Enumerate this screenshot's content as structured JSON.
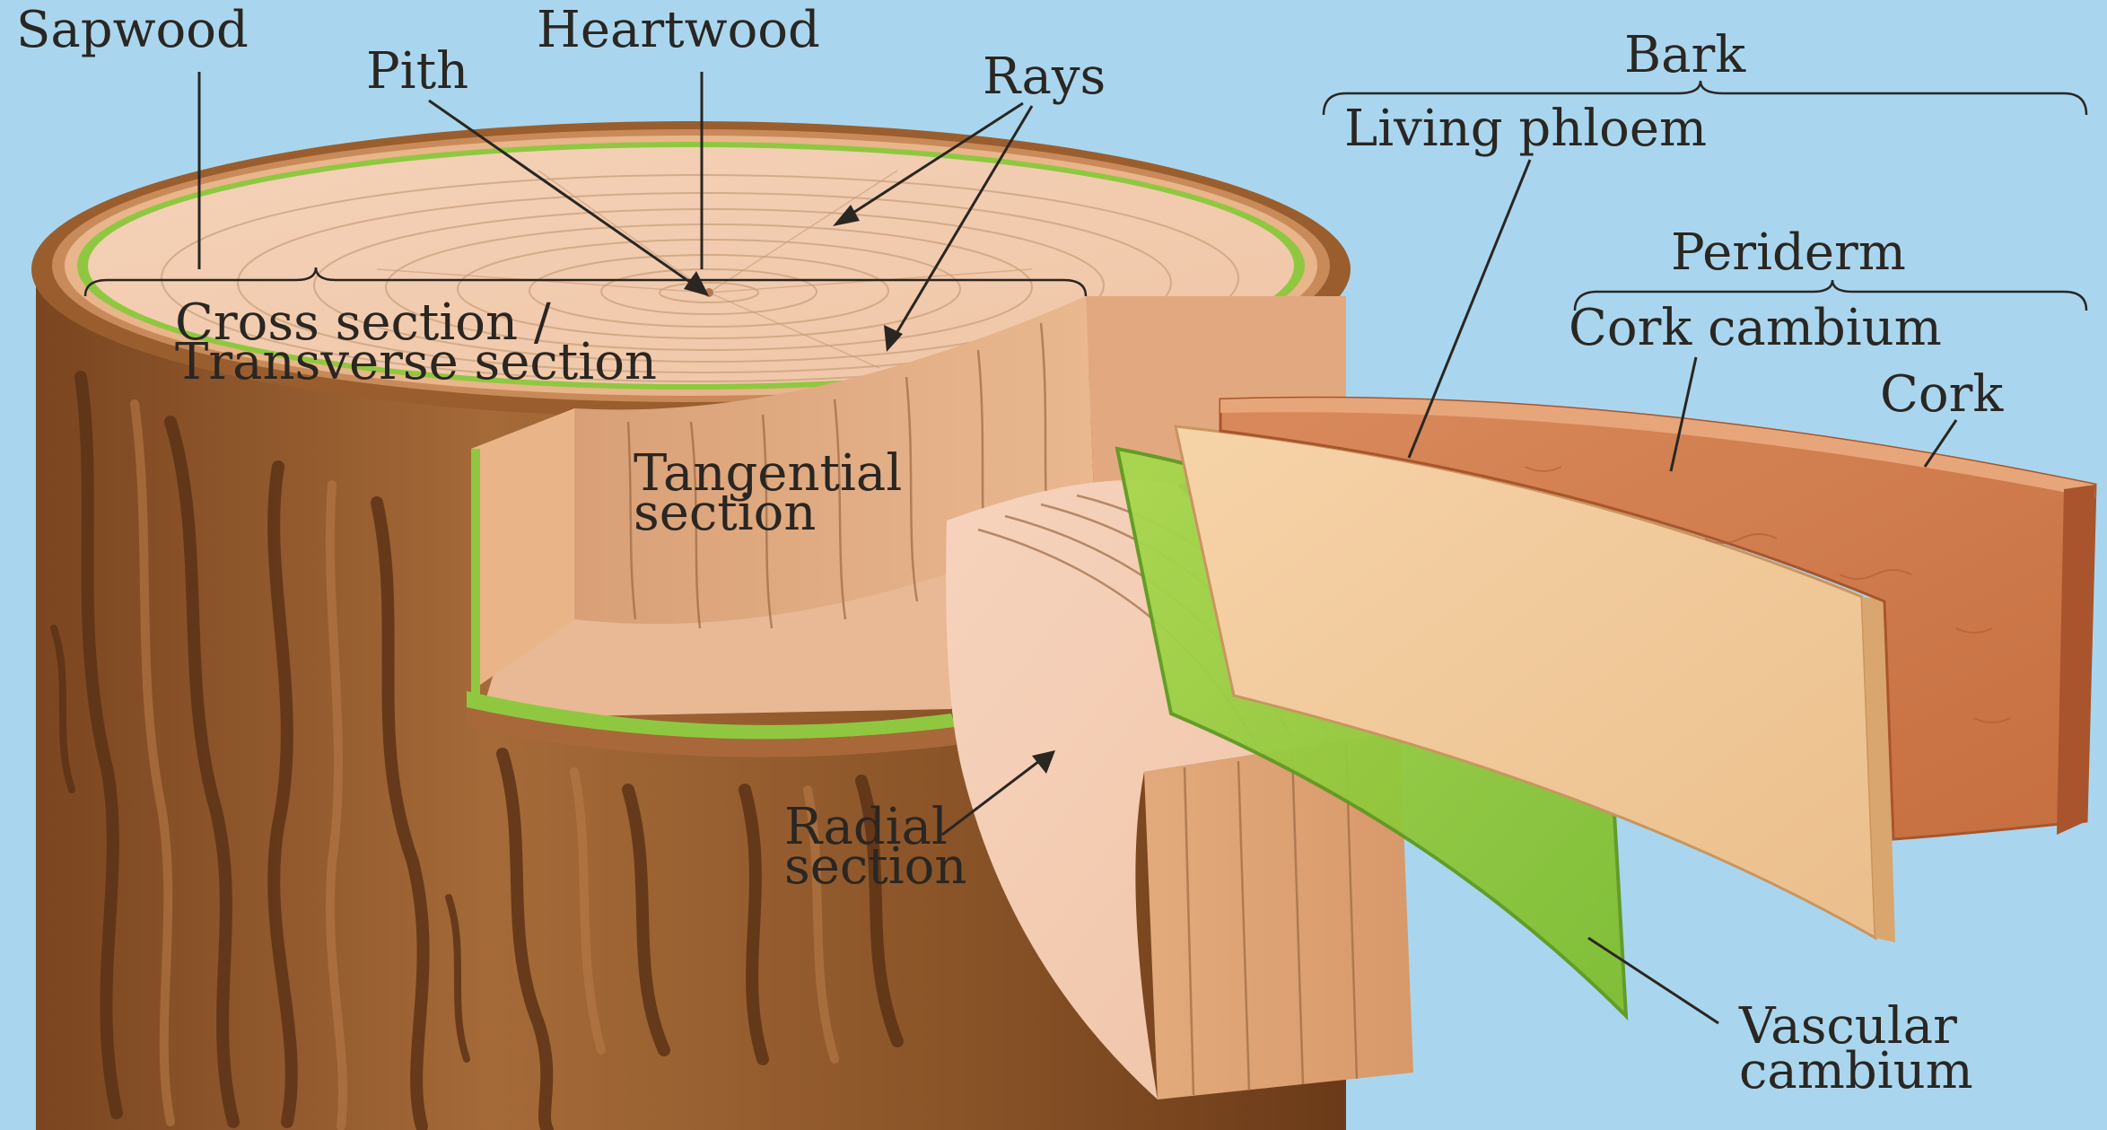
{
  "colors": {
    "background": "#a9d6ee",
    "bark": "#8a5428",
    "bark_dark": "#5c3316",
    "sapwood": "#f1c9a8",
    "heartwood": "#f3cdb0",
    "vascular_cambium": "#8fc840",
    "living_phloem": "#f0c99a",
    "cork_cambium": "#e8b78d",
    "cork": "#cd7a4e"
  },
  "labels": {
    "sapwood": "Sapwood",
    "heartwood": "Heartwood",
    "pith": "Pith",
    "rays": "Rays",
    "bark": "Bark",
    "living_phloem": "Living phloem",
    "periderm": "Periderm",
    "cork_cambium": "Cork cambium",
    "cork": "Cork",
    "cross_section_line1": "Cross section /",
    "cross_section_line2": "Transverse section",
    "tangential_line1": "Tangential",
    "tangential_line2": "section",
    "radial_line1": "Radial",
    "radial_line2": "section",
    "vascular_line1": "Vascular",
    "vascular_line2": "cambium"
  }
}
